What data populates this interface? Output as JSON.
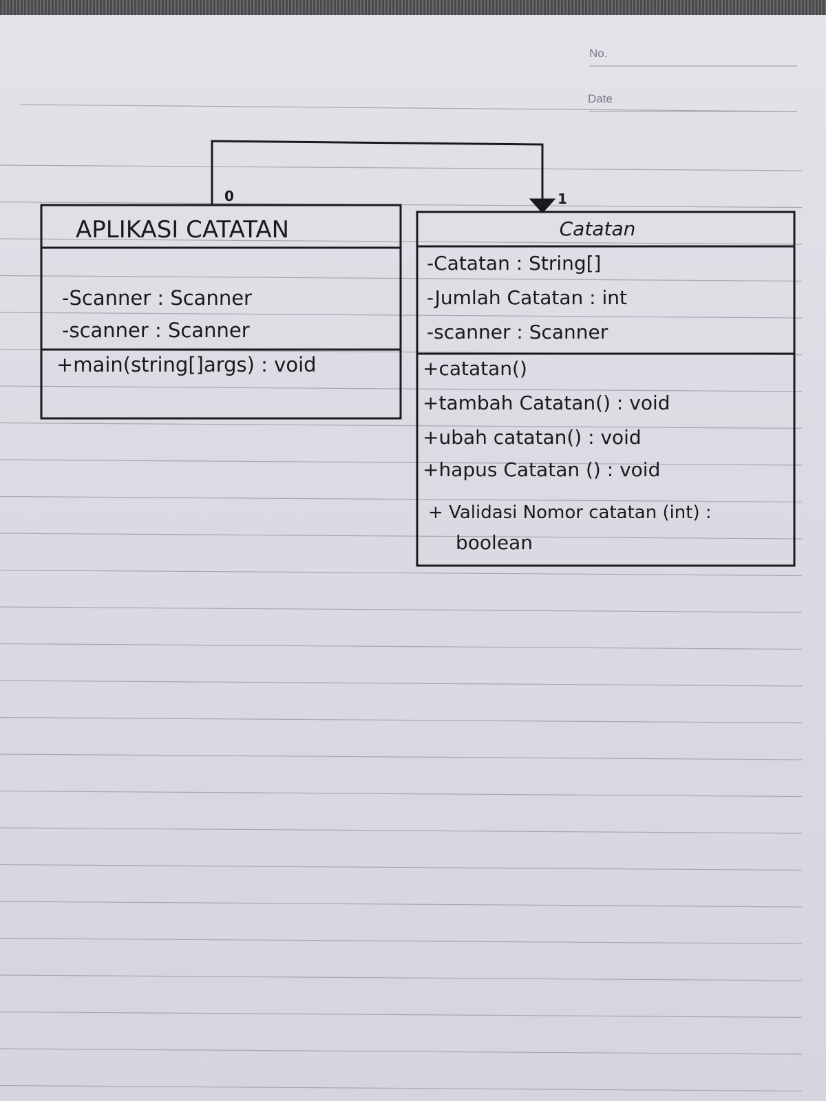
{
  "header": {
    "no_label": "No.",
    "date_label": "Date"
  },
  "association": {
    "source_multiplicity": "0",
    "target_multiplicity": "1"
  },
  "classes": [
    {
      "name": "APLIKASI CATATAN",
      "attributes": [
        "-Scanner : Scanner",
        "-scanner : Scanner"
      ],
      "methods": [
        "+main(string[]args) : void"
      ]
    },
    {
      "name": "Catatan",
      "attributes": [
        "-Catatan : String[]",
        "-Jumlah Catatan : int",
        "-scanner : Scanner"
      ],
      "methods": [
        "+catatan()",
        "+tambah Catatan() : void",
        "+ubah catatan() : void",
        "+hapus Catatan () : void",
        "+ Validasi Nomor catatan (int) :",
        "boolean"
      ]
    }
  ]
}
